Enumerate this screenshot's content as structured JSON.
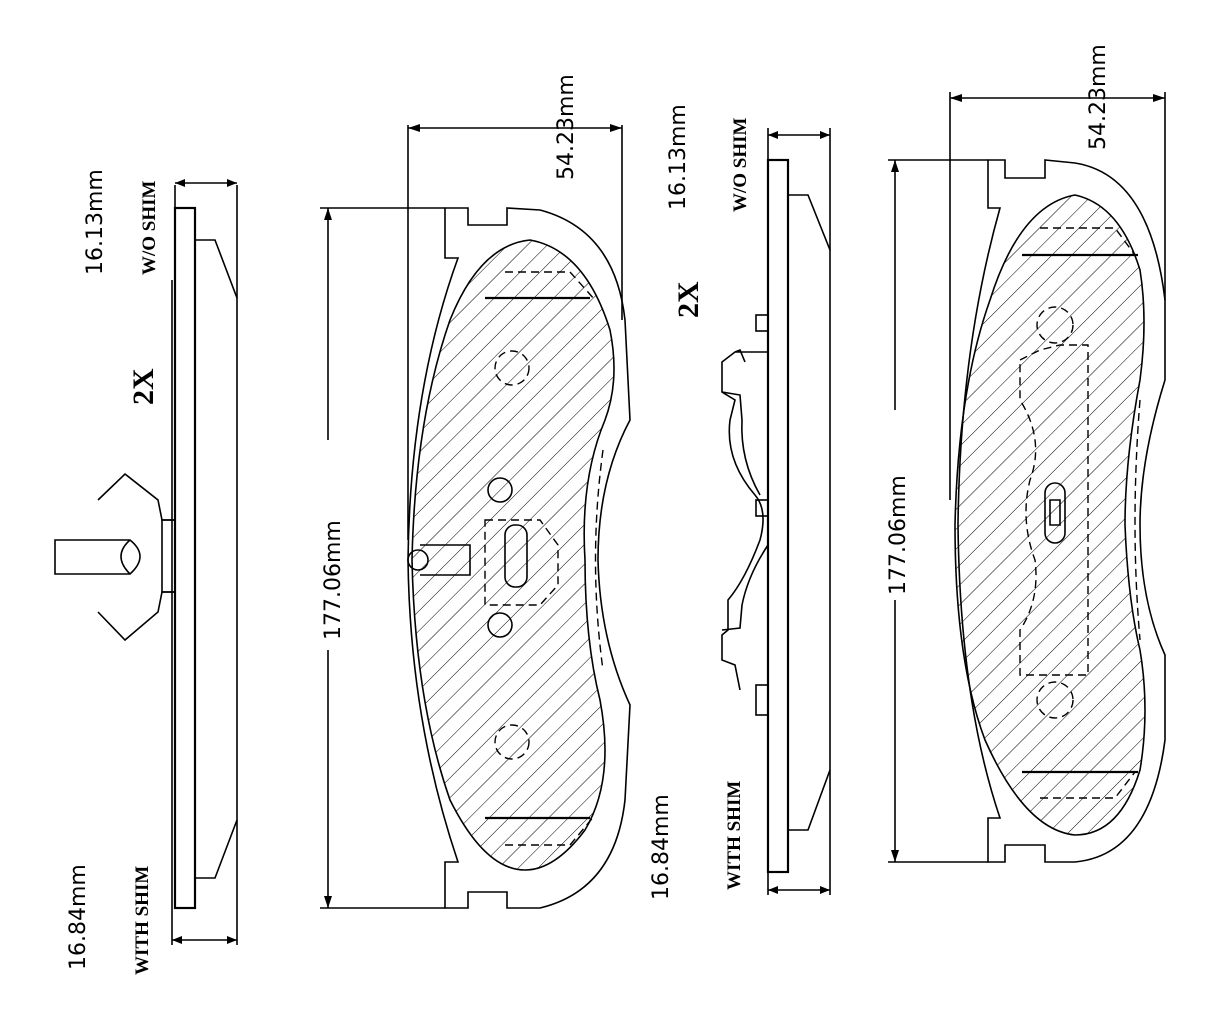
{
  "left_view": {
    "wo_shim_thickness": "16.13mm",
    "wo_shim_label": "W/O SHIM",
    "with_shim_thickness": "16.84mm",
    "with_shim_label": "WITH SHIM",
    "quantity": "2X",
    "length": "177.06mm",
    "width": "54.23mm"
  },
  "right_view": {
    "wo_shim_thickness": "16.13mm",
    "wo_shim_label": "W/O SHIM",
    "with_shim_thickness": "16.84mm",
    "with_shim_label": "WITH SHIM",
    "quantity": "2X",
    "length": "177.06mm",
    "width": "54.23mm"
  }
}
